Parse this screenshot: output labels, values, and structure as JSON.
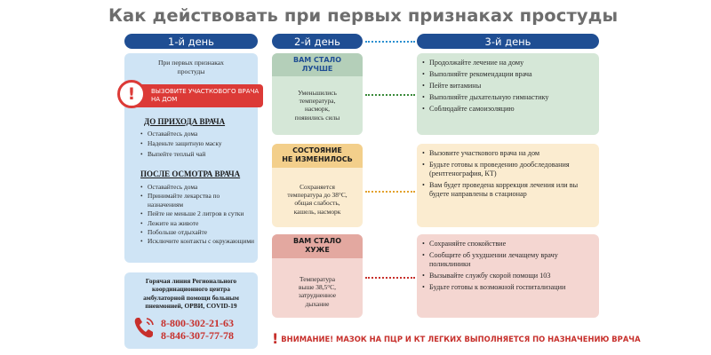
{
  "title": "Как действовать при первых признаках простуды",
  "headers": {
    "day1": "1-й день",
    "day2": "2-й день",
    "day3": "3-й день"
  },
  "day1": {
    "intro_line1": "При первых признаках",
    "intro_line2": "простуды",
    "alert_line1": "ВЫЗОВИТЕ УЧАСТКОВОГО ВРАЧА",
    "alert_line2": "НА ДОМ",
    "before_heading": "ДО ПРИХОДА ВРАЧА",
    "before_items": [
      "Оставайтесь дома",
      "Наденьте защитную маску",
      "Выпейте теплый чай"
    ],
    "after_heading": "ПОСЛЕ ОСМОТРА ВРАЧА",
    "after_items": [
      "Оставайтесь дома",
      "Принимайте лекарства по назначениям",
      "Пейте не меньше 2 литров в сутки",
      "Лежите на животе",
      "Побольше отдыхайте",
      "Исключите контакты с окружающими"
    ]
  },
  "hotline": {
    "text_line1": "Горячая линия Регионального",
    "text_line2": "координационного центра",
    "text_line3": "амбулаторной помощи больным",
    "text_line4": "пневмонией, ОРВИ, COVID-19",
    "phone1": "8-800-302-21-63",
    "phone2": "8-846-307-77-78"
  },
  "states": [
    {
      "head_line1": "ВАМ СТАЛО",
      "head_line2": "ЛУЧШЕ",
      "body_line1": "Уменьшились",
      "body_line2": "температура,",
      "body_line3": "насморк,",
      "body_line4": "появились силы"
    },
    {
      "head_line1": "СОСТОЯНИЕ",
      "head_line2": "НЕ ИЗМЕНИЛОСЬ",
      "body_line1": "Сохраняется",
      "body_line2": "температура до 38°С,",
      "body_line3": "общая слабость,",
      "body_line4": "кашель, насморк"
    },
    {
      "head_line1": "ВАМ СТАЛО",
      "head_line2": "ХУЖЕ",
      "body_line1": "Температура",
      "body_line2": "выше 38,5°С,",
      "body_line3": "затрудненное",
      "body_line4": "дыхание"
    }
  ],
  "advice": [
    {
      "items": [
        "Продолжайте лечение на дому",
        "Выполняйте рекомендации врача",
        "Пейте витамины",
        "Выполняйте дыхательную гимнастику",
        "Соблюдайте самоизоляцию"
      ]
    },
    {
      "items": [
        "Вызовите участкового врача на дом",
        "Будьте готовы к проведению дообследования (рентгенография, КТ)",
        "Вам будет проведена коррекция лечения или вы будете направлены в стационар"
      ]
    },
    {
      "items": [
        "Сохраняйте спокойствие",
        "Сообщите об ухудшении лечащему врачу поликлиники",
        "Вызывайте службу скорой помощи 103",
        "Будьте готовы к возможной госпитализации"
      ]
    }
  ],
  "footer": "ВНИМАНИЕ! МАЗОК НА ПЦР И КТ ЛЕГКИХ ВЫПОЛНЯЕТСЯ ПО НАЗНАЧЕНИЮ ВРАЧА",
  "colors": {
    "header_blue": "#1f4e93",
    "light_blue": "#cfe4f5",
    "green_head": "#b4cfb9",
    "green_body": "#d5e7d7",
    "green_dot": "#3a8a3a",
    "yellow_head": "#f3cf8b",
    "yellow_body": "#fbecd0",
    "yellow_dot": "#e3a22c",
    "red_head": "#e3a8a0",
    "red_body": "#f4d6d1",
    "red_dot": "#c7302c",
    "alert_red": "#dc3a37"
  }
}
